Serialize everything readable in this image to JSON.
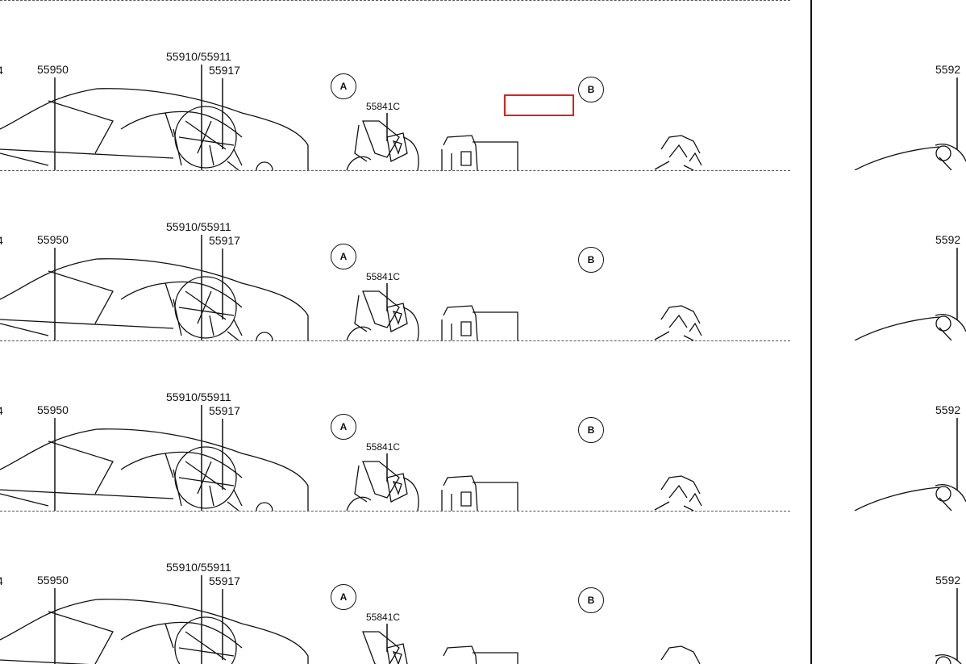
{
  "diagram": {
    "labels": {
      "part_left_edge": "4",
      "part_55950": "55950",
      "part_55910_55911": "55910/55911",
      "part_55917": "55917",
      "part_55841c": "55841C",
      "part_5592_right": "5592",
      "callout_a": "A",
      "callout_b": "B"
    },
    "highlight_color": "#e02020",
    "line_color": "#111111",
    "tile_count": 4
  }
}
